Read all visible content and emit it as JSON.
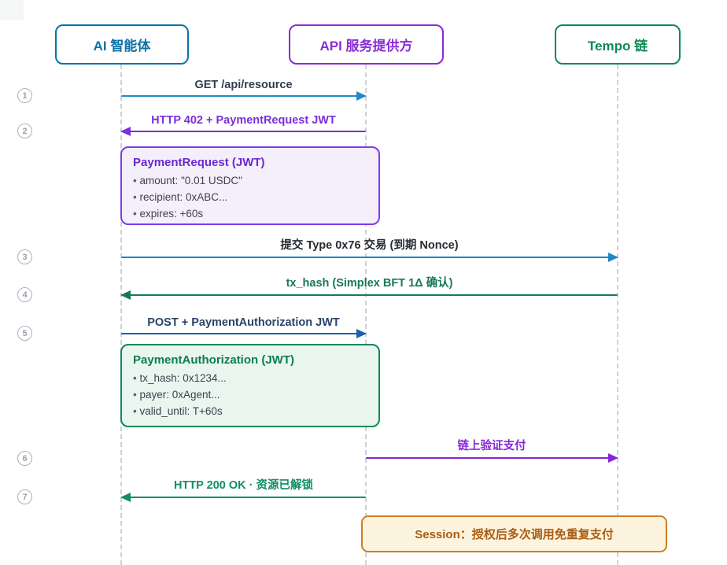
{
  "diagram": {
    "participants": [
      {
        "label": "AI 智能体",
        "color": "#0c73a8"
      },
      {
        "label": "API 服务提供方",
        "color": "#8a2bd9"
      },
      {
        "label": "Tempo 链",
        "color": "#0e8a56"
      }
    ],
    "step_numbers": [
      "1",
      "2",
      "3",
      "4",
      "5",
      "6",
      "7"
    ],
    "messages": [
      {
        "step": "1",
        "from": "AI 智能体",
        "to": "API 服务提供方",
        "label": "GET /api/resource",
        "line_color": "#2389c9",
        "text_color": "#2f3e52"
      },
      {
        "step": "2",
        "from": "API 服务提供方",
        "to": "AI 智能体",
        "label": "HTTP 402 + PaymentRequest JWT",
        "line_color": "#7c2fd8",
        "text_color": "#7c2fd8"
      },
      {
        "step": "3",
        "from": "AI 智能体",
        "to": "Tempo 链",
        "label": "提交 Type 0x76 交易 (到期 Nonce)",
        "line_color": "#1f86c7",
        "text_color": "#272c33"
      },
      {
        "step": "4",
        "from": "Tempo 链",
        "to": "AI 智能体",
        "label": "tx_hash (Simplex BFT 1Δ 确认)",
        "line_color": "#17795a",
        "text_color": "#17795a"
      },
      {
        "step": "5",
        "from": "AI 智能体",
        "to": "API 服务提供方",
        "label": "POST + PaymentAuthorization JWT",
        "line_color": "#1b61ad",
        "text_color": "#2c4368"
      },
      {
        "step": "6",
        "from": "API 服务提供方",
        "to": "Tempo 链",
        "label": "链上验证支付",
        "line_color": "#8724da",
        "text_color": "#8724da"
      },
      {
        "step": "7",
        "from": "API 服务提供方",
        "to": "AI 智能体",
        "label": "HTTP 200 OK · 资源已解锁",
        "line_color": "#0f8f63",
        "text_color": "#0f8f63"
      }
    ],
    "notes": [
      {
        "title": "PaymentRequest (JWT)",
        "items": [
          "amount: \"0.01 USDC\"",
          "recipient: 0xABC...",
          "expires: +60s"
        ],
        "border_color": "#7d3bed",
        "bg_color": "#f5effc",
        "title_color": "#6b28d0"
      },
      {
        "title": "PaymentAuthorization (JWT)",
        "items": [
          "tx_hash: 0x1234...",
          "payer: 0xAgent...",
          "valid_until: T+60s"
        ],
        "border_color": "#0f8a5a",
        "bg_color": "#e9f6ef",
        "title_color": "#0c7d4e"
      }
    ],
    "session_note": {
      "label": "Session：授权后多次调用免重复支付",
      "border_color": "#ca7f28",
      "bg_color": "#fdf4df",
      "text_color": "#aa5d12"
    }
  }
}
